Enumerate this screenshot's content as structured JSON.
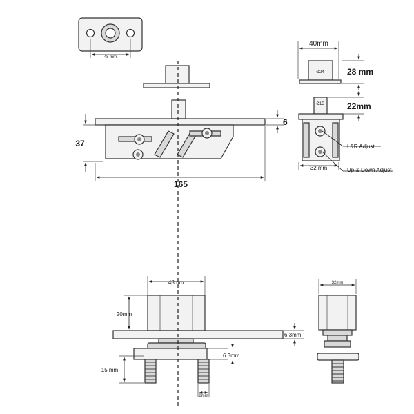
{
  "top_plate": {
    "width": "48 mm"
  },
  "side_view": {
    "height": "37",
    "length": "165",
    "plate_thickness": "6"
  },
  "right_view": {
    "width": "40mm",
    "top_height": "28 mm",
    "shaft_height": "22mm",
    "top_diameter": "Ø24",
    "shaft_diameter": "Ø15",
    "body_width": "32 mm",
    "lr_adjust": "L&R Adjust",
    "ud_adjust": "Up & Down Adjust"
  },
  "bottom_view": {
    "width": "48mm",
    "height": "20mm",
    "plate_thickness": "6.3mm",
    "nut_thickness": "6.3mm",
    "bolt_length": "15 mm",
    "bolt_width": "8mm"
  },
  "bottom_right_view": {
    "width": "32mm"
  }
}
